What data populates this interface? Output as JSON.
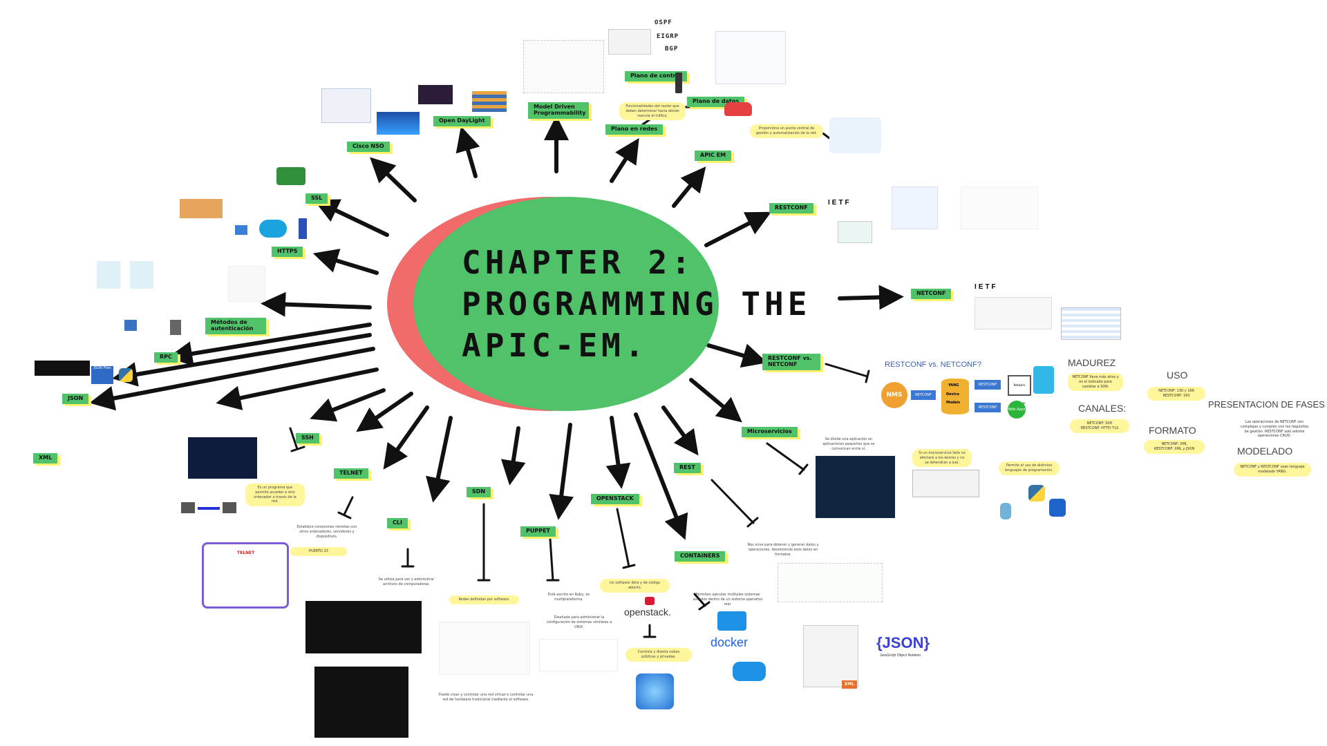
{
  "title": "CHAPTER 2: PROGRAMMING THE APIC-EM.",
  "tags": {
    "cisco_nso": "Cisco NSO",
    "opendaylight": "Open DayLight",
    "mdp": "Model Driven Programmability",
    "plano_control": "Plano de control",
    "plano_datos": "Plano de datos",
    "plano_redes": "Plano en redes",
    "apic_em": "APIC EM",
    "ssl": "SSL",
    "https": "HTTPS",
    "restconf": "RESTCONF",
    "netconf": "NETCONF",
    "restconf_vs": "RESTCONF vs. NETCONF",
    "metodos": "Métodos de autenticación",
    "rpc": "RPC",
    "json": "JSON",
    "xml": "XML",
    "ssh": "SSH",
    "telnet": "TELNET",
    "cli": "CLI",
    "sdn": "SDN",
    "puppet": "PUPPET",
    "openstack": "OPENSTACK",
    "containers": "CONTAINERS",
    "rest": "REST",
    "microservicios": "Microservicios"
  },
  "protocols": [
    "OSPF",
    "EIGRP",
    "BGP"
  ],
  "comparison": {
    "heading": "RESTCONF vs. NETCONF?",
    "madurez": "MADUREZ",
    "uso": "USO",
    "canales": "CANALES:",
    "formato": "FORMATO",
    "presentacion": "PRESENTACION DE FASES",
    "modelado": "MODELADO",
    "note_madurez": "NETCONF lleva más años y es el indicado para cambiar a SDN.",
    "note_uso_1": "NETCONF: 130 y 166",
    "note_uso_2": "RESTCONF: 160",
    "note_canales_1": "NETCONF: SSH",
    "note_canales_2": "RESTCONF: HTTP/ TLS",
    "note_formato_1": "NETCONF: XML",
    "note_formato_2": "RESTCONF: XML y JSON",
    "note_presentacion": "Las operaciones de NETCONF son complejas y cumplen con los requisitos de gestión. RESTCONF solo admite operaciones CRUD.",
    "note_modelado": "NETCONF y RESTCONF usan lenguaje modelado YANG."
  },
  "diagram_labels": {
    "nms": "NMS",
    "yang": "YANG",
    "device": "Device",
    "models": "Models",
    "restconf": "RESTCONF",
    "netconf": "NETCONF",
    "web_apps": "Web Apps",
    "network_engineer": "Network Engineer",
    "telnet_box": "TELNET",
    "ietf": "IETF"
  },
  "brands": {
    "openstack": "openstack.",
    "docker": "docker",
    "json": "{JSON}",
    "json_sub": "JavaScript Object Notation",
    "xml_badge": "XML",
    "json_files": "JSON Files"
  },
  "notes": {
    "ssh": "Es un programa que permite acceder a otro ordenador a través de la red.",
    "telnet": "Establece conexiones remotas con otros ordenadores, servidores y dispositivos.",
    "puerto": "PUERTO 23",
    "cli": "Se utiliza para ver y administrar archivos de computadoras.",
    "sdn": "Redes definidas por software.",
    "puppet": "Está escrito en Ruby, es multiplataforma.",
    "puppet2": "Diseñada para administrar la configuración de sistemas similares a UNIX.",
    "openstack": "Un software libre y de código abierto.",
    "openstack2": "Controla y diseña nubes públicas y privadas.",
    "containers": "Permiten ejecutar múltiples sistemas aislados dentro de un sistema operativo real.",
    "rest": "Nos sirve para obtener y generar datos y operaciones, devolviendo esos datos en formatos.",
    "microservicios": "Se divide una aplicación en aplicaciones pequeñas que se comunican entre sí.",
    "micro2": "Si un microservicio falla no afectará a los demás y no se detendrán a ese.",
    "micro3": "Permite el uso de distintos lenguajes de programación.",
    "sdn2": "Puede crear y controlar una red virtual o controlar una red de hardware tradicional mediante el software.",
    "plano": "Funcionalidades del router que deben determinar hacia dónde reenvía el tráfico.",
    "apic": "Proporciona un punto central de gestión y automatización de la red."
  }
}
